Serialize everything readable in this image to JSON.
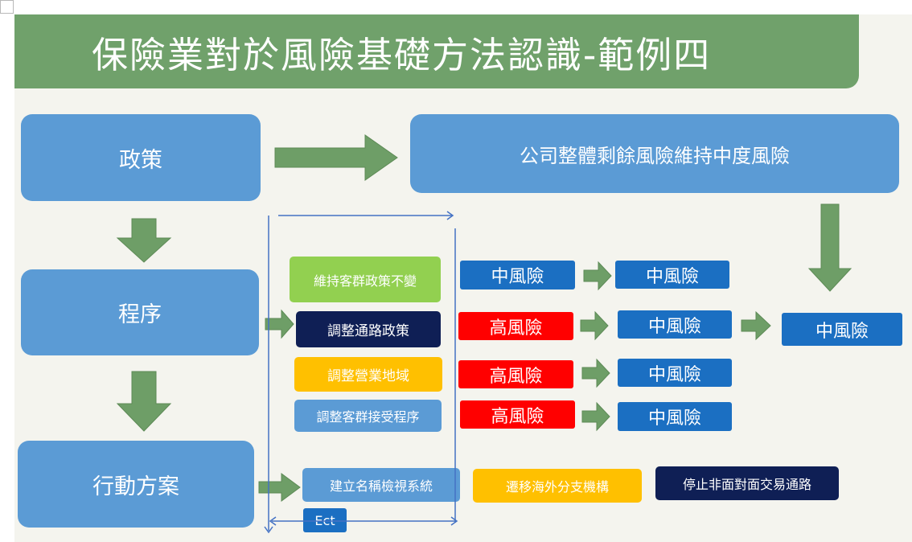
{
  "title": "保險業對於風險基礎方法認識-範例四",
  "policy": {
    "label": "政策",
    "result": "公司整體剩餘風險維持中度風險"
  },
  "procedure": {
    "label": "程序"
  },
  "action_plan": {
    "label": "行動方案"
  },
  "measures": [
    {
      "label": "維持客群政策不變",
      "inherent_risk": "中風險",
      "residual_risk": "中風險"
    },
    {
      "label": "調整通路政策",
      "inherent_risk": "高風險",
      "residual_risk": "中風險"
    },
    {
      "label": "調整營業地域",
      "inherent_risk": "高風險",
      "residual_risk": "中風險"
    },
    {
      "label": "調整客群接受程序",
      "inherent_risk": "高風險",
      "residual_risk": "中風險"
    }
  ],
  "overall_risk": "中風險",
  "actions": [
    {
      "label": "建立名稱檢視系統"
    },
    {
      "label": "遷移海外分支機構"
    },
    {
      "label": "停止非面對面交易通路"
    }
  ],
  "ect_label": "Ect",
  "colors": {
    "title_green": "#70a16b",
    "box_blue": "#5b9bd5",
    "medium_risk": "#1b6fc2",
    "high_risk": "#ff0000",
    "measure_green": "#92d050",
    "navy": "#0f1f55",
    "amber": "#ffc000",
    "arrow_green": "#6e9e67",
    "bracket_blue": "#4472c4"
  }
}
